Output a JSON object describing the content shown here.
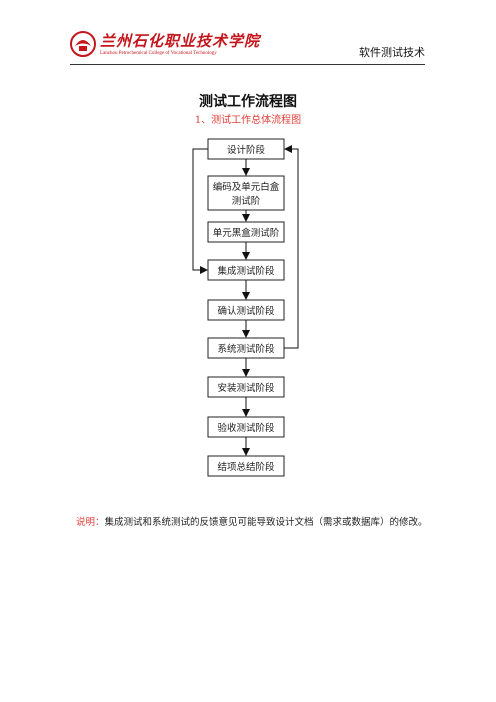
{
  "header": {
    "school_name_cn": "兰州石化职业技术学院",
    "school_name_en": "Lanzhou Petrochemical College of Vocational Technology",
    "doc_category": "软件测试技术"
  },
  "title": "测试工作流程图",
  "subtitle": "1、测试工作总体流程图",
  "flow": {
    "steps": [
      {
        "label": "设计阶段"
      },
      {
        "label_line1": "编码及单元白盒",
        "label_line2": "测试阶"
      },
      {
        "label": "单元黑盒测试阶"
      },
      {
        "label": "集成测试阶段"
      },
      {
        "label": "确认测试阶段"
      },
      {
        "label": "系统测试阶段"
      },
      {
        "label": "安装测试阶段"
      },
      {
        "label": "验收测试阶段"
      },
      {
        "label": "结项总结阶段"
      }
    ]
  },
  "note": {
    "label": "说明：",
    "text": "集成测试和系统测试的反馈意见可能导致设计文档（需求或数据库）的修改。"
  },
  "colors": {
    "accent_red": "#c4161c",
    "subtitle_red": "#e0403a"
  }
}
